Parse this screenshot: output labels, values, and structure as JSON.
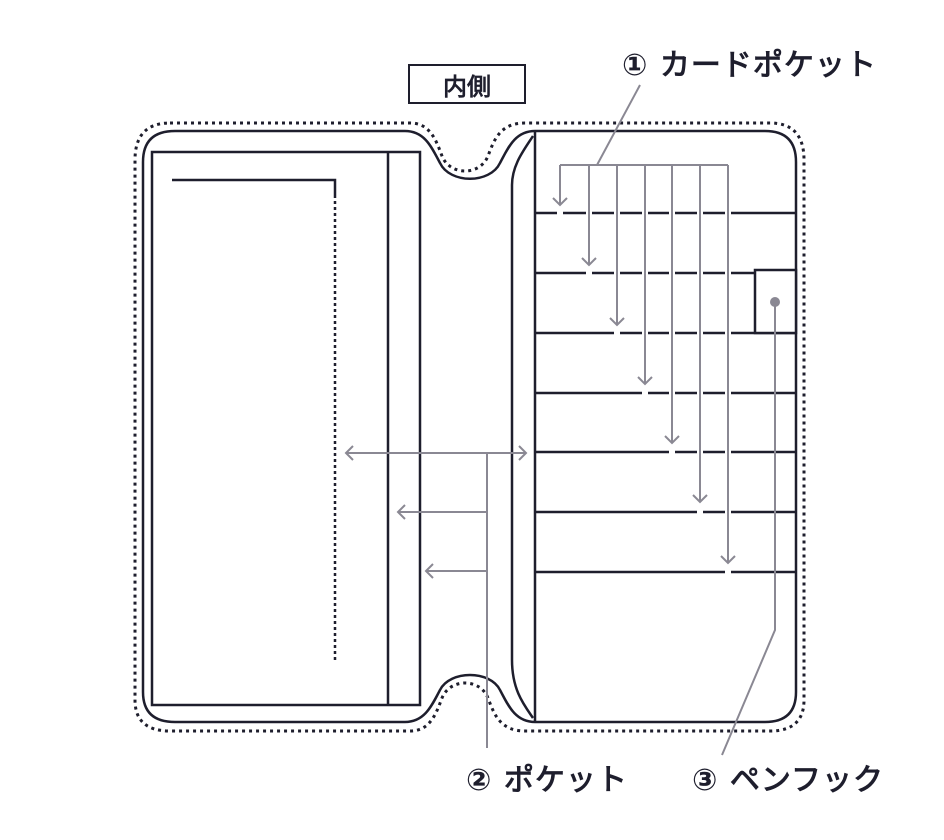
{
  "header": {
    "side_label": "内側"
  },
  "callouts": {
    "card_pocket": "① カードポケット",
    "pocket": "② ポケット",
    "pen_hook": "③ ペンフック"
  },
  "colors": {
    "line": "#1e1e2d",
    "callout": "#8a8893"
  }
}
